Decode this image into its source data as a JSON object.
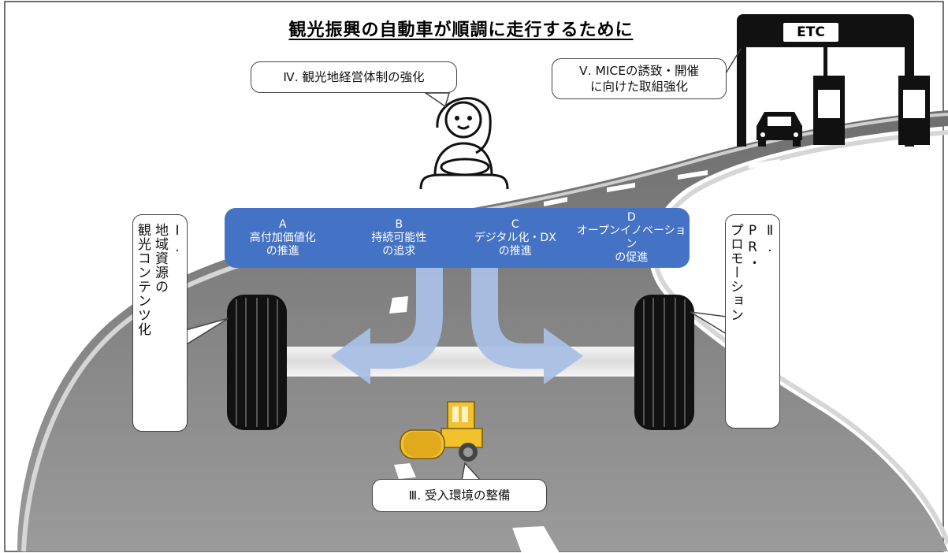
{
  "title": "観光振興の自動車が順調に走行するために",
  "etc_label": "ETC",
  "callouts": {
    "management": "Ⅳ. 観光地経営体制の強化",
    "mice_line1": "Ⅴ. MICEの誘致・開催",
    "mice_line2": "に向けた取組強化",
    "reception": "Ⅲ. 受入環境の整備",
    "regional_num": "Ⅰ.",
    "regional_col1": "地域資源の",
    "regional_col2": "観光コンテンツ化",
    "pr_num": "Ⅱ.",
    "pr_col1": "PR・",
    "pr_col2": "プロモーション"
  },
  "strategies": [
    {
      "letter": "A",
      "line1": "高付加価値化",
      "line2": "の推進"
    },
    {
      "letter": "B",
      "line1": "持続可能性",
      "line2": "の追求"
    },
    {
      "letter": "C",
      "line1": "デジタル化・DX",
      "line2": "の推進"
    },
    {
      "letter": "D",
      "line1": "オープンイノベーション",
      "line2": "の促進"
    }
  ],
  "colors": {
    "road": "#8a8a8a",
    "road_edge": "#cfcfcf",
    "strategy_bar": "#4472c4",
    "arrow": "#a9c0e4",
    "roller_yellow": "#f2c12e"
  },
  "icons": [
    "driver-icon",
    "car-icon",
    "road-roller-icon",
    "tire-icon",
    "etc-gate-icon"
  ]
}
